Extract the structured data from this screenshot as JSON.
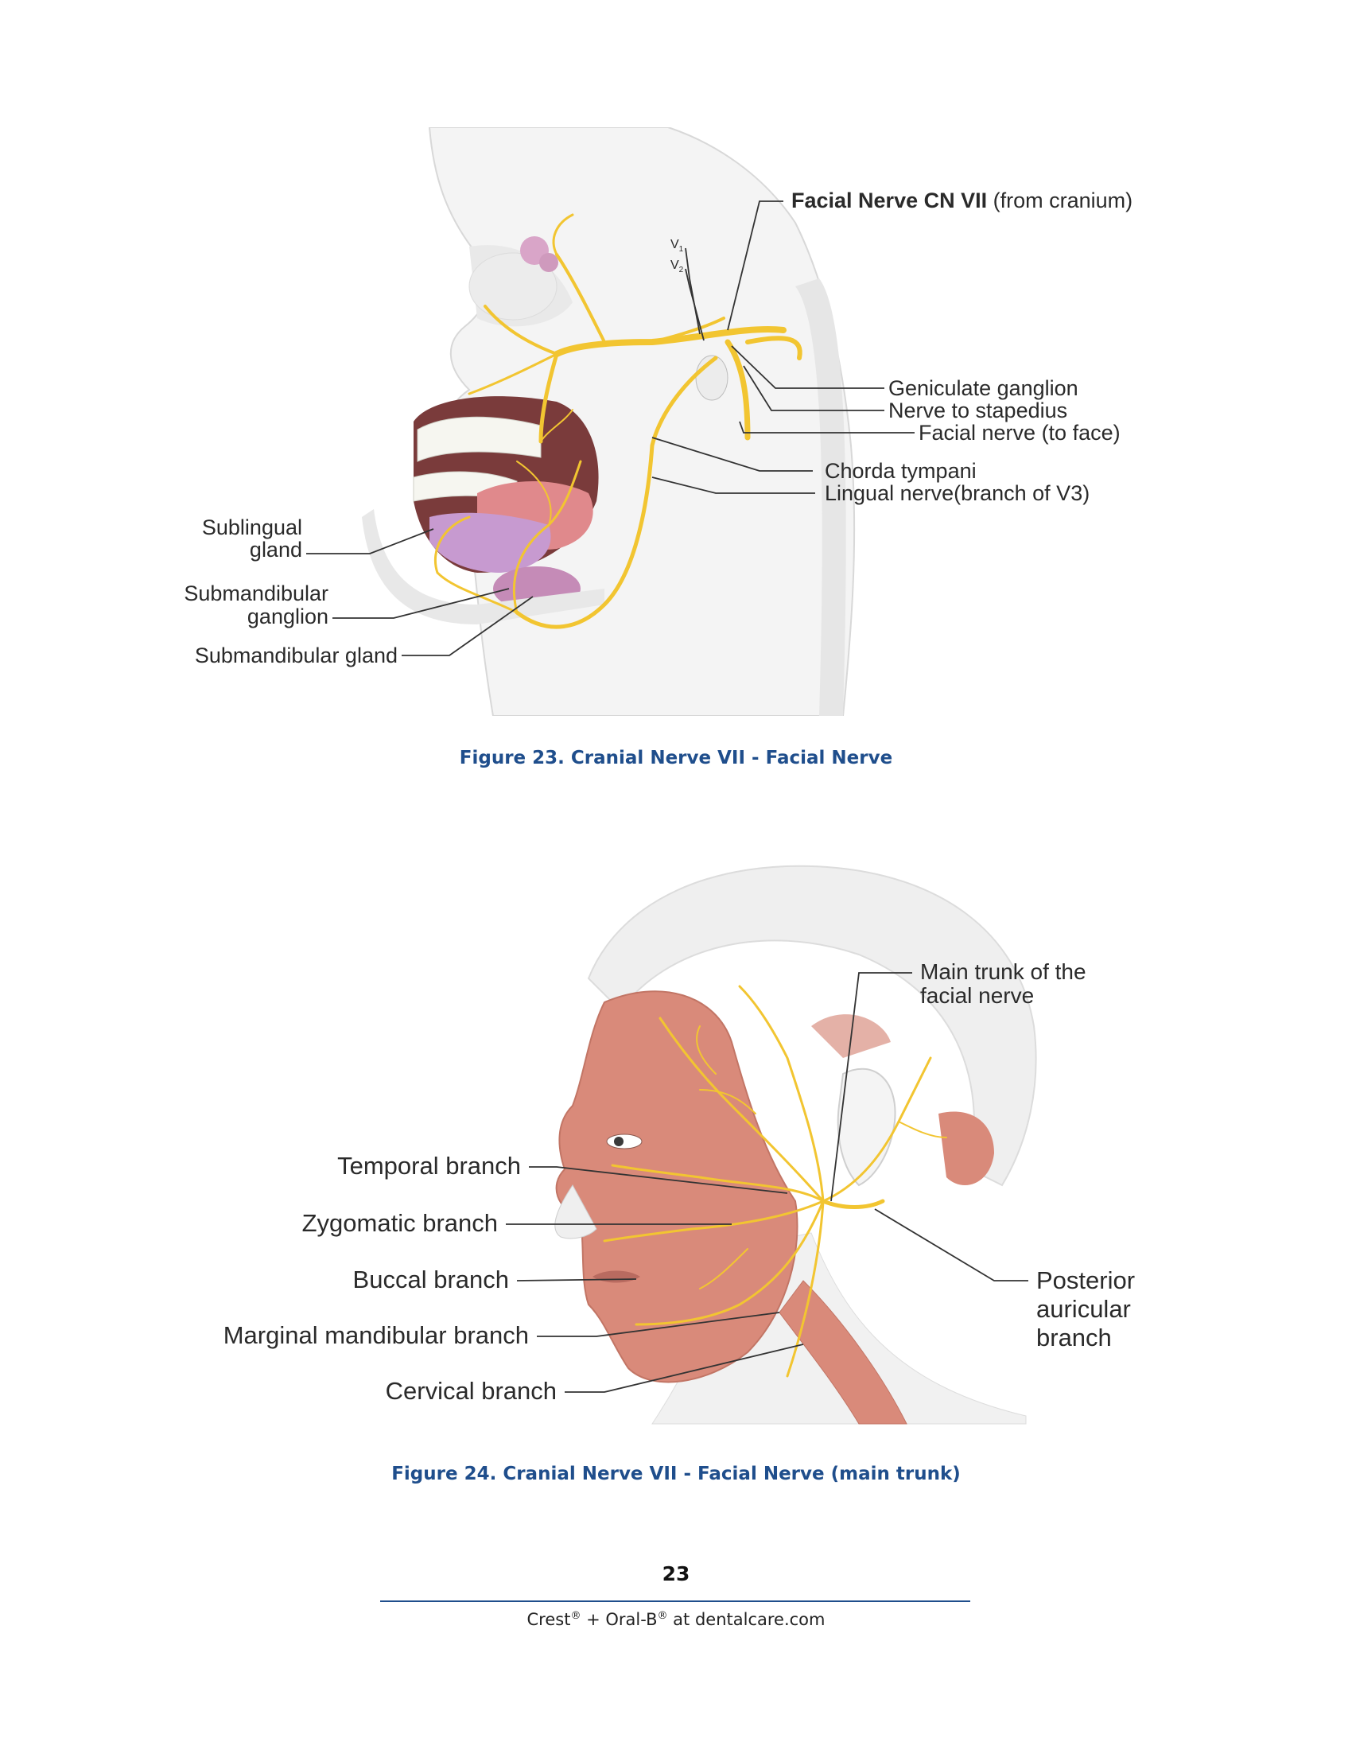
{
  "figure23": {
    "caption": "Figure 23. Cranial Nerve VII - Facial Nerve",
    "labels": {
      "facial_nerve_bold": "Facial Nerve CN VII",
      "facial_nerve_suffix": " (from cranium)",
      "v1": "V",
      "v1_sub": "1",
      "v2": "V",
      "v2_sub": "2",
      "geniculate": "Geniculate ganglion",
      "stapedius": "Nerve to stapedius",
      "facial_to_face": "Facial nerve (to face)",
      "chorda": "Chorda tympani",
      "lingual": "Lingual nerve(branch of V3)",
      "sublingual_1": "Sublingual",
      "sublingual_2": "gland",
      "submand_ganglion_1": "Submandibular",
      "submand_ganglion_2": "ganglion",
      "submand_gland": "Submandibular gland"
    }
  },
  "figure24": {
    "caption": "Figure 24. Cranial Nerve VII - Facial Nerve (main trunk)",
    "labels": {
      "main_trunk_1": "Main trunk of the",
      "main_trunk_2": "facial nerve",
      "temporal": "Temporal branch",
      "zygomatic": "Zygomatic branch",
      "buccal": "Buccal branch",
      "marginal": "Marginal mandibular branch",
      "cervical": "Cervical branch",
      "posterior_1": "Posterior",
      "posterior_2": "auricular",
      "posterior_3": "branch"
    }
  },
  "footer": {
    "page_number": "23",
    "brand1": "Crest",
    "reg1": "®",
    "plus": " + Oral-B",
    "reg2": "®",
    "site": " at dentalcare.com"
  },
  "colors": {
    "nerve": "#f2c531",
    "muscle": "#d98a7a",
    "caption": "#1f4e8c"
  }
}
